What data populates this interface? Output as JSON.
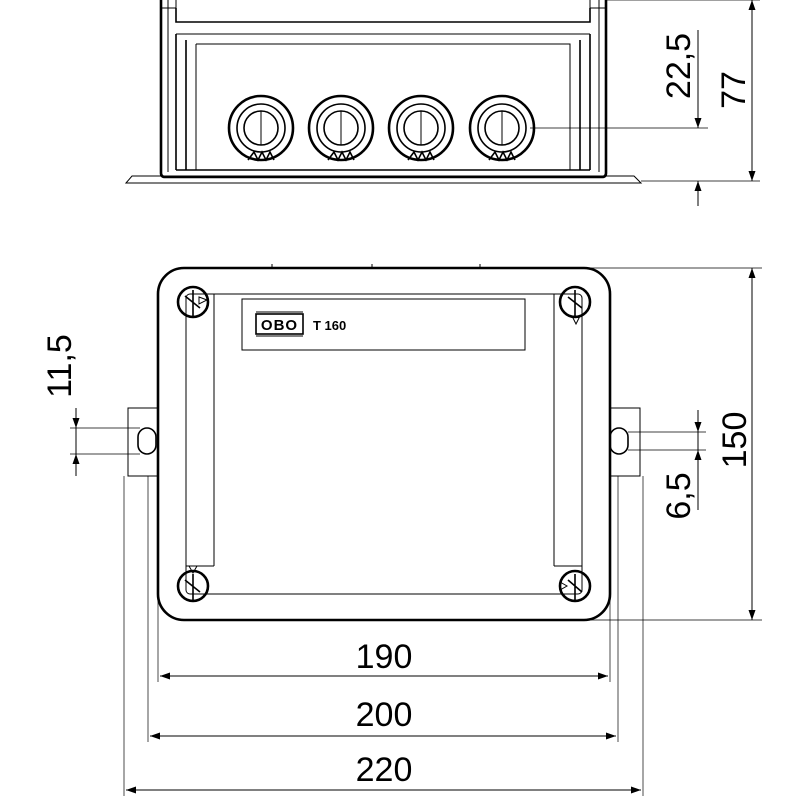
{
  "side_view": {
    "dimensions": {
      "cable_entry_height": "22,5",
      "overall_height": "77"
    }
  },
  "top_view": {
    "label": {
      "brand_logo": "OBO",
      "model": "T 160"
    },
    "dimensions": {
      "mounting_slot_spacing": "11,5",
      "slot_width": "6,5",
      "body_height": "150",
      "inner_width": "190",
      "body_width": "200",
      "overall_width": "220"
    }
  }
}
